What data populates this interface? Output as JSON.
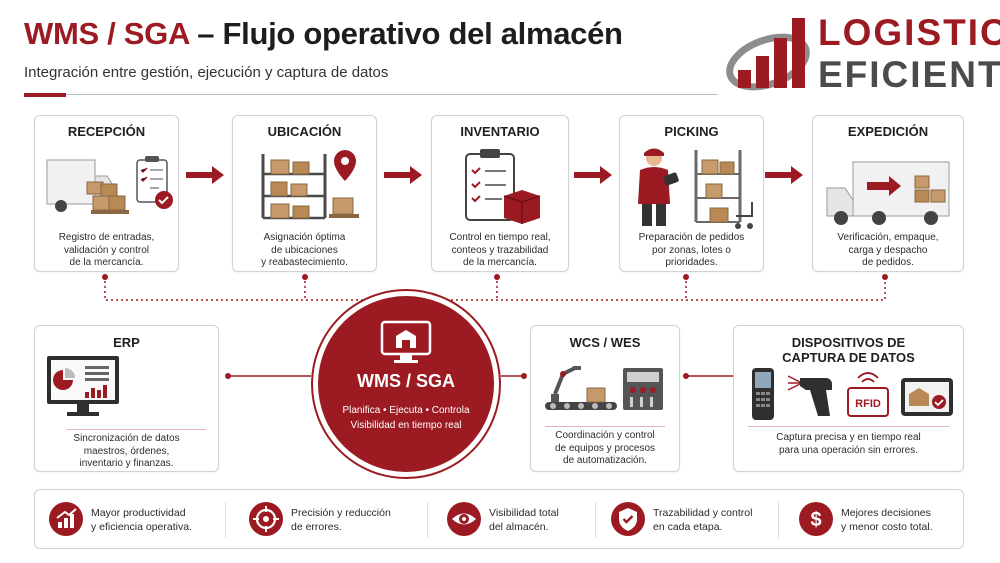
{
  "header": {
    "title_accent": "WMS / SGA",
    "title_rest": " – Flujo operativo del almacén",
    "subtitle": "Integración entre gestión, ejecución y captura de datos"
  },
  "logo": {
    "word1": "LOGISTICA",
    "word2": "EFICIENTE"
  },
  "flow": [
    {
      "title": "RECEPCIÓN",
      "desc": [
        "Registro de entradas,",
        "validación y control",
        "de la mercancía."
      ],
      "icon": "truck-boxes-checklist-icon"
    },
    {
      "title": "UBICACIÓN",
      "desc": [
        "Asignación óptima",
        "de ubicaciones",
        "y reabastecimiento."
      ],
      "icon": "shelf-location-pin-icon"
    },
    {
      "title": "INVENTARIO",
      "desc": [
        "Control en tiempo real,",
        "conteos y trazabilidad",
        "de la mercancía."
      ],
      "icon": "clipboard-box-icon"
    },
    {
      "title": "PICKING",
      "desc": [
        "Preparación de pedidos",
        "por zonas, lotes o",
        "prioridades."
      ],
      "icon": "picker-scanner-icon"
    },
    {
      "title": "EXPEDICIÓN",
      "desc": [
        "Verificación, empaque,",
        "carga y despacho",
        "de pedidos."
      ],
      "icon": "truck-dispatch-icon"
    }
  ],
  "hub": {
    "title": "WMS / SGA",
    "line1": "Planifica • Ejecuta • Controla",
    "line2": "Visibilidad en tiempo real",
    "icon": "monitor-warehouse-icon"
  },
  "erp": {
    "title": "ERP",
    "desc": [
      "Sincronización de datos",
      "maestros, órdenes,",
      "inventario y finanzas."
    ],
    "icon": "monitor-dashboard-icon"
  },
  "wcs": {
    "title": "WCS / WES",
    "desc": [
      "Coordinación y control",
      "de equipos y procesos",
      "de automatización."
    ],
    "icon": "robot-arm-conveyor-icon"
  },
  "devices": {
    "title_line1": "DISPOSITIVOS DE",
    "title_line2": "CAPTURA DE DATOS",
    "desc": [
      "Captura precisa y en tiempo real",
      "para una operación sin errores."
    ],
    "rfid_label": "RFID",
    "icons": [
      "handheld-terminal-icon",
      "barcode-scanner-icon",
      "rfid-tag-icon",
      "tablet-icon"
    ]
  },
  "benefits": [
    {
      "line1": "Mayor productividad",
      "line2": "y eficiencia operativa.",
      "icon": "growth-chart-icon"
    },
    {
      "line1": "Precisión y reducción",
      "line2": "de errores.",
      "icon": "target-icon"
    },
    {
      "line1": "Visibilidad total",
      "line2": "del almacén.",
      "icon": "eye-icon"
    },
    {
      "line1": "Trazabilidad y control",
      "line2": "en cada etapa.",
      "icon": "shield-check-icon"
    },
    {
      "line1": "Mejores decisiones",
      "line2": "y menor costo total.",
      "icon": "dollar-icon"
    }
  ],
  "colors": {
    "accent": "#9c1b22",
    "text": "#222222",
    "border": "#d2d2d2"
  }
}
